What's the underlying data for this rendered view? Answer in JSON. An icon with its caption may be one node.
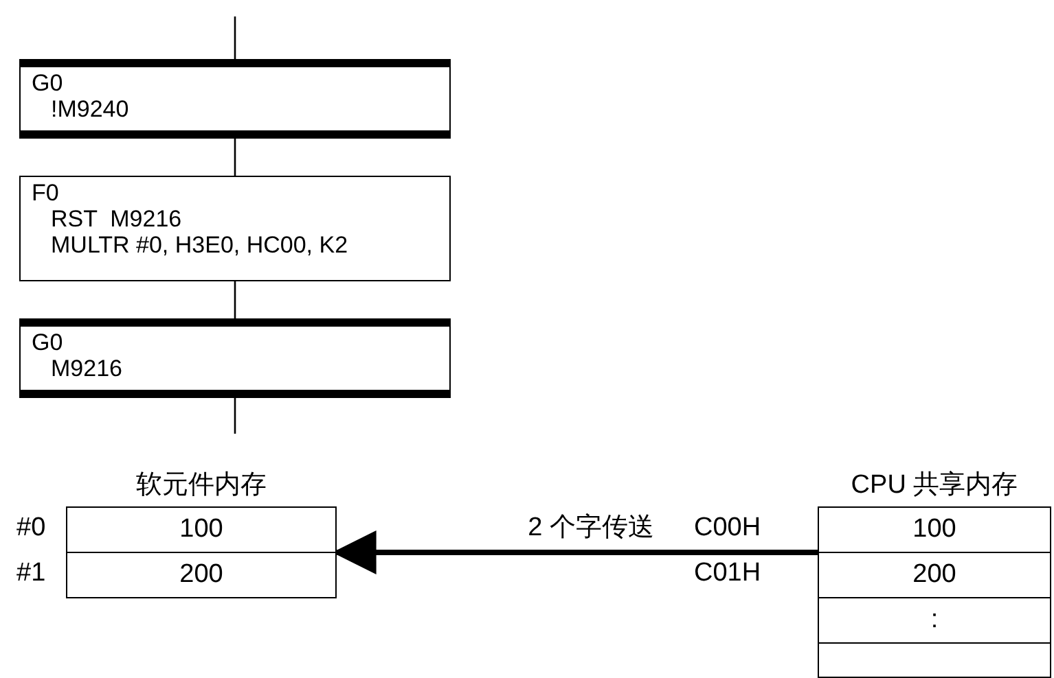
{
  "diagram": {
    "nodes": [
      {
        "text": [
          "G0",
          "!M9240"
        ]
      },
      {
        "text": [
          "F0",
          "RST  M9216",
          "MULTR #0, H3E0, HC00, K2"
        ]
      },
      {
        "text": [
          "G0",
          "M9216"
        ]
      },
      {
        "text": [
          "软元件内存"
        ]
      },
      {
        "text": [
          "100"
        ],
        "in": 3,
        "beside": [
          "#0"
        ]
      },
      {
        "text": [
          "200"
        ],
        "in": 3,
        "beside": [
          "#1"
        ]
      },
      {
        "text": [
          "CPU 共享内存"
        ]
      },
      {
        "text": [
          "100"
        ],
        "in": 6,
        "beside": [
          "C00H"
        ]
      },
      {
        "text": [
          "200"
        ],
        "in": 6,
        "beside": [
          "C01H"
        ]
      },
      {
        "text": [
          ":"
        ],
        "in": 6
      },
      {
        "text": [],
        "shape": "box",
        "in": 6
      }
    ],
    "edges": [
      {
        "from": null,
        "to": 0,
        "arrow": "none"
      },
      {
        "from": 0,
        "to": 1,
        "arrow": "none"
      },
      {
        "from": 1,
        "to": 2,
        "arrow": "none"
      },
      {
        "from": 2,
        "to": null,
        "arrow": "none"
      },
      {
        "from": 6,
        "to": 3,
        "arrow": "to",
        "label": "2 个字传送",
        "style": "thick"
      }
    ]
  }
}
